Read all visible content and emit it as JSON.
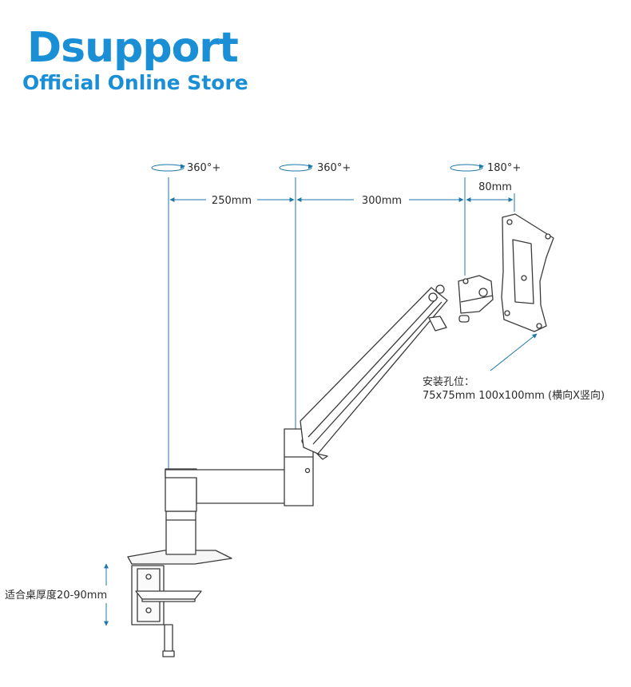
{
  "brand": {
    "name": "Dsupport",
    "subtitle": "Official Online Store"
  },
  "rotations": [
    "360°+",
    "360°+",
    "180°+"
  ],
  "dimensions": {
    "d1": "250mm",
    "d2": "300mm",
    "d3": "80mm"
  },
  "vesa": {
    "label": "安装孔位：",
    "sizes": "75x75mm  100x100mm (横向X竖向)"
  },
  "desk": {
    "thickness": "适合桌厚度20-90mm"
  },
  "colors": {
    "brand": "#1a8fd6",
    "dimension_line": "#1f78a8",
    "outline": "#3a3a3a"
  }
}
